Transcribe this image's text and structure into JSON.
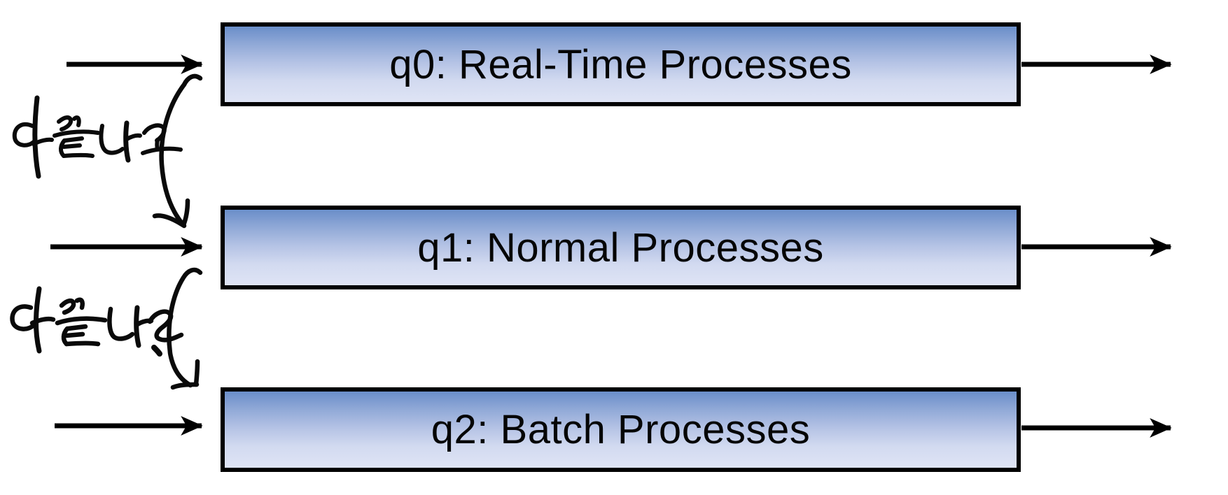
{
  "queues": [
    {
      "id": "q0",
      "label": "q0: Real-Time Processes"
    },
    {
      "id": "q1",
      "label": "q1: Normal Processes"
    },
    {
      "id": "q2",
      "label": "q2: Batch Processes"
    }
  ],
  "annotations": [
    {
      "text": "다 끝나고",
      "connects": "q0 → q1"
    },
    {
      "text": "다 끝나고.",
      "connects": "q1 → q2"
    }
  ],
  "colors": {
    "box_gradient_top": "#6a8ec9",
    "box_gradient_bottom": "#dfe4f5",
    "box_border": "#000000",
    "arrow": "#000000",
    "handwriting_ink": "#0a0a0a",
    "background": "#ffffff"
  }
}
